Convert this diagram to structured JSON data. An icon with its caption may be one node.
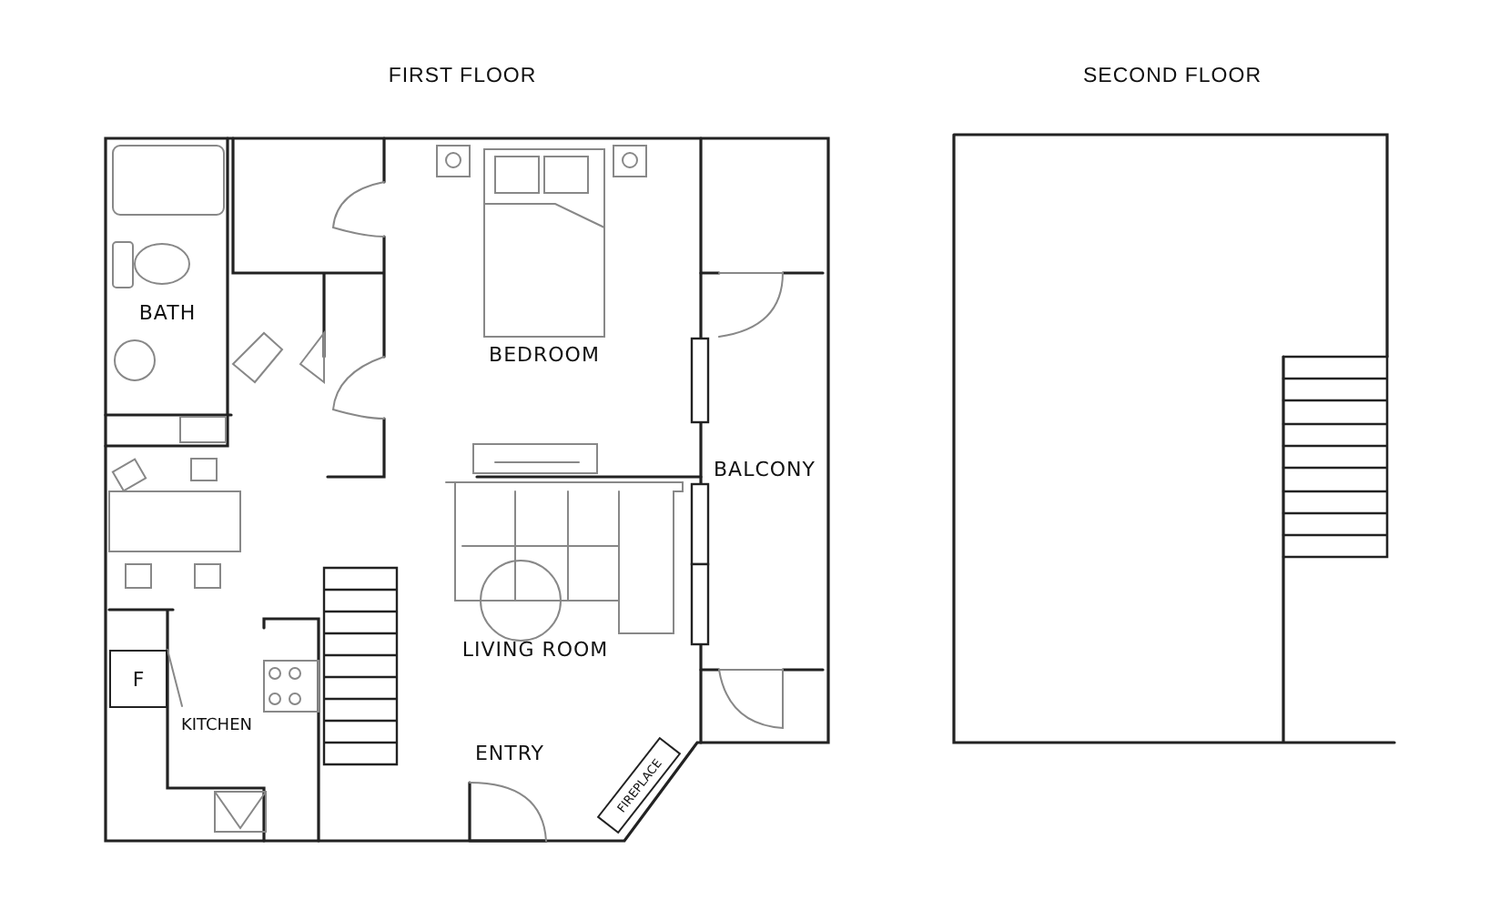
{
  "diagram": {
    "nodes": [
      {
        "text": [
          "F"
        ]
      },
      {
        "text": [
          "FIREPLACE"
        ]
      }
    ],
    "labels": [
      "FIRST FLOOR",
      "SECOND FLOOR",
      "BATH",
      "BEDROOM",
      "BALCONY",
      "LIVING ROOM",
      "KITCHEN",
      "ENTRY"
    ]
  }
}
